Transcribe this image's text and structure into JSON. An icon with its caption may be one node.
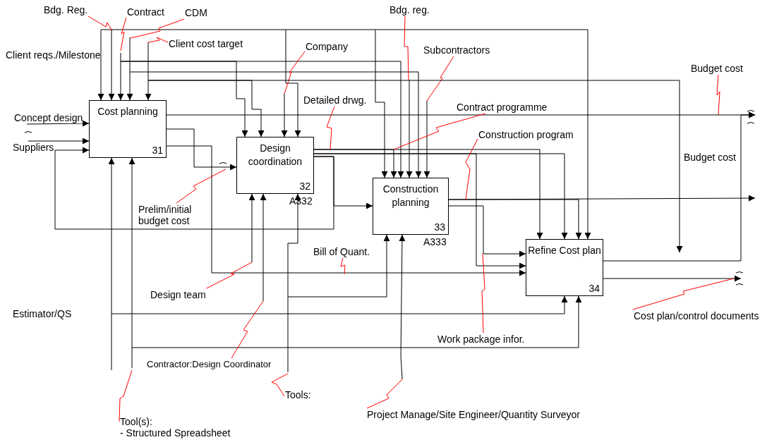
{
  "diagram": {
    "nodes": [
      {
        "text": [
          "Cost planning",
          "31"
        ]
      },
      {
        "text": [
          "Design coordination",
          "32"
        ],
        "beside": [
          "A332"
        ]
      },
      {
        "text": [
          "Construction planning",
          "33"
        ],
        "beside": [
          "A333"
        ]
      },
      {
        "text": [
          "Refine Cost plan",
          "34"
        ]
      },
      {
        "text": [
          "Bdg. Reg."
        ]
      },
      {
        "text": [
          "Contract"
        ]
      },
      {
        "text": [
          "CDM"
        ]
      },
      {
        "text": [
          "Client cost target"
        ]
      },
      {
        "text": [
          "Company"
        ]
      },
      {
        "text": [
          "Detailed drwg."
        ]
      },
      {
        "text": [
          "Bdg. reg."
        ]
      },
      {
        "text": [
          "Subcontractors"
        ]
      },
      {
        "text": [
          "Contract programme"
        ]
      },
      {
        "text": [
          "Construction program"
        ]
      },
      {
        "text": [
          "Budget cost"
        ]
      },
      {
        "text": [
          "Prelim/initial budget cost"
        ]
      },
      {
        "text": [
          "Design team"
        ]
      },
      {
        "text": [
          "Bill of Quant."
        ]
      },
      {
        "text": [
          "Contractor:Design Coordinator"
        ]
      },
      {
        "text": [
          "Tools:"
        ]
      },
      {
        "text": [
          "Tool(s):",
          "- Structured Spreadsheet"
        ]
      },
      {
        "text": [
          "Work package infor."
        ]
      },
      {
        "text": [
          "Project Manage/Site Engineer/Quantity Surveyor"
        ]
      },
      {
        "text": [
          "Cost plan/control documents"
        ]
      },
      {
        "text": [
          "Concept design"
        ]
      },
      {
        "text": [
          "Suppliers"
        ]
      }
    ],
    "edges": [
      {
        "from": 24,
        "to": 0,
        "arrow": "to"
      },
      {
        "from": 25,
        "to": 0,
        "arrow": "to"
      },
      {
        "from": 1,
        "to": 0,
        "arrow": "to"
      },
      {
        "from": 0,
        "to": 1,
        "arrow": "to"
      },
      {
        "from": 0,
        "to": 3,
        "arrow": "to"
      },
      {
        "from": 0,
        "to": null,
        "arrow": "to"
      },
      {
        "from": 1,
        "to": 2,
        "arrow": "to"
      },
      {
        "from": 1,
        "to": 2,
        "arrow": "to"
      },
      {
        "from": 1,
        "to": 3,
        "arrow": "to"
      },
      {
        "from": 1,
        "to": 3,
        "arrow": "to"
      },
      {
        "from": 2,
        "to": null,
        "arrow": "to"
      },
      {
        "from": 2,
        "to": 3,
        "arrow": "to"
      },
      {
        "from": 1,
        "to": 3,
        "arrow": "to"
      },
      {
        "from": 3,
        "to": null,
        "arrow": "to"
      },
      {
        "from": 3,
        "to": null,
        "arrow": "to"
      },
      {
        "from": null,
        "to": 0,
        "arrow": "to"
      },
      {
        "from": null,
        "to": 0,
        "arrow": "to"
      },
      {
        "from": null,
        "to": 0,
        "arrow": "to"
      },
      {
        "from": null,
        "to": 0,
        "arrow": "to"
      },
      {
        "from": null,
        "to": 0,
        "arrow": "to"
      },
      {
        "from": null,
        "to": 3,
        "arrow": "to"
      },
      {
        "from": null,
        "to": 1,
        "arrow": "to"
      },
      {
        "from": null,
        "to": 2,
        "arrow": "to"
      },
      {
        "from": null,
        "to": 1,
        "arrow": "to"
      },
      {
        "from": null,
        "to": 2,
        "arrow": "to"
      },
      {
        "from": null,
        "to": 1,
        "arrow": "to"
      },
      {
        "from": null,
        "to": 1,
        "arrow": "to"
      },
      {
        "from": null,
        "to": 2,
        "arrow": "to"
      },
      {
        "from": null,
        "to": 2,
        "arrow": "to"
      },
      {
        "from": null,
        "to": 2,
        "arrow": "to"
      },
      {
        "from": 2,
        "to": 3,
        "arrow": "to"
      },
      {
        "from": null,
        "to": 0,
        "arrow": "to"
      },
      {
        "from": null,
        "to": 0,
        "arrow": "to"
      },
      {
        "from": null,
        "to": 3,
        "arrow": "to"
      },
      {
        "from": null,
        "to": 3,
        "arrow": "to"
      },
      {
        "from": null,
        "to": 1,
        "arrow": "to"
      },
      {
        "from": null,
        "to": 1,
        "arrow": "to"
      },
      {
        "from": null,
        "to": 1,
        "arrow": "to"
      },
      {
        "from": null,
        "to": 2,
        "arrow": "to"
      },
      {
        "from": null,
        "to": 2,
        "arrow": "to"
      },
      {
        "from": 4,
        "to": null,
        "arrow": "none",
        "color": "#ff0000"
      },
      {
        "from": 5,
        "to": null,
        "arrow": "none",
        "color": "#ff0000"
      },
      {
        "from": 6,
        "to": null,
        "arrow": "none",
        "color": "#ff0000"
      },
      {
        "from": 7,
        "to": null,
        "arrow": "none",
        "color": "#ff0000"
      },
      {
        "from": 8,
        "to": null,
        "arrow": "none",
        "color": "#ff0000"
      },
      {
        "from": 9,
        "to": null,
        "arrow": "none",
        "color": "#ff0000"
      },
      {
        "from": 10,
        "to": null,
        "arrow": "none",
        "color": "#ff0000"
      },
      {
        "from": 11,
        "to": null,
        "arrow": "none",
        "color": "#ff0000"
      },
      {
        "from": 12,
        "to": null,
        "arrow": "none",
        "color": "#ff0000"
      },
      {
        "from": 13,
        "to": null,
        "arrow": "none",
        "color": "#ff0000"
      },
      {
        "from": 14,
        "to": null,
        "arrow": "none",
        "color": "#ff0000"
      },
      {
        "from": 15,
        "to": null,
        "arrow": "none",
        "color": "#ff0000"
      },
      {
        "from": 16,
        "to": null,
        "arrow": "none",
        "color": "#ff0000"
      },
      {
        "from": 17,
        "to": null,
        "arrow": "none",
        "color": "#ff0000"
      },
      {
        "from": 18,
        "to": null,
        "arrow": "none",
        "color": "#ff0000"
      },
      {
        "from": 19,
        "to": null,
        "arrow": "none",
        "color": "#ff0000"
      },
      {
        "from": 20,
        "to": null,
        "arrow": "none",
        "color": "#ff0000"
      },
      {
        "from": 21,
        "to": null,
        "arrow": "none",
        "color": "#ff0000"
      },
      {
        "from": 22,
        "to": null,
        "arrow": "none",
        "color": "#ff0000"
      },
      {
        "from": 23,
        "to": null,
        "arrow": "none",
        "color": "#ff0000"
      }
    ],
    "labels": [
      "Client reqs./Milestone",
      "Budget cost",
      "Estimator/QS"
    ]
  }
}
